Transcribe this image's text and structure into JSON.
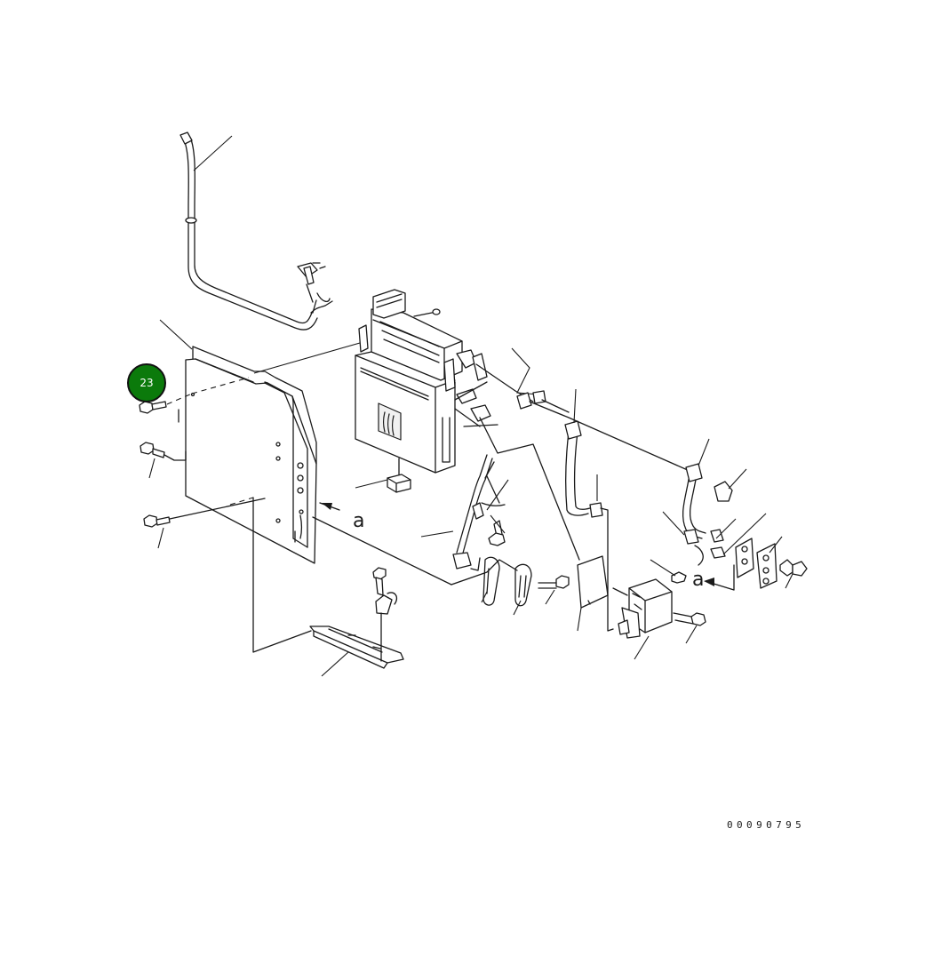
{
  "diagram": {
    "drawing_number": "00090795",
    "view_marks": [
      "a",
      "a"
    ],
    "callouts": [
      {
        "number": "23",
        "color": "#0b7a0b",
        "text_color": "#ffffff"
      }
    ]
  },
  "colors": {
    "line": "#1a1a1a",
    "background": "#ffffff"
  }
}
